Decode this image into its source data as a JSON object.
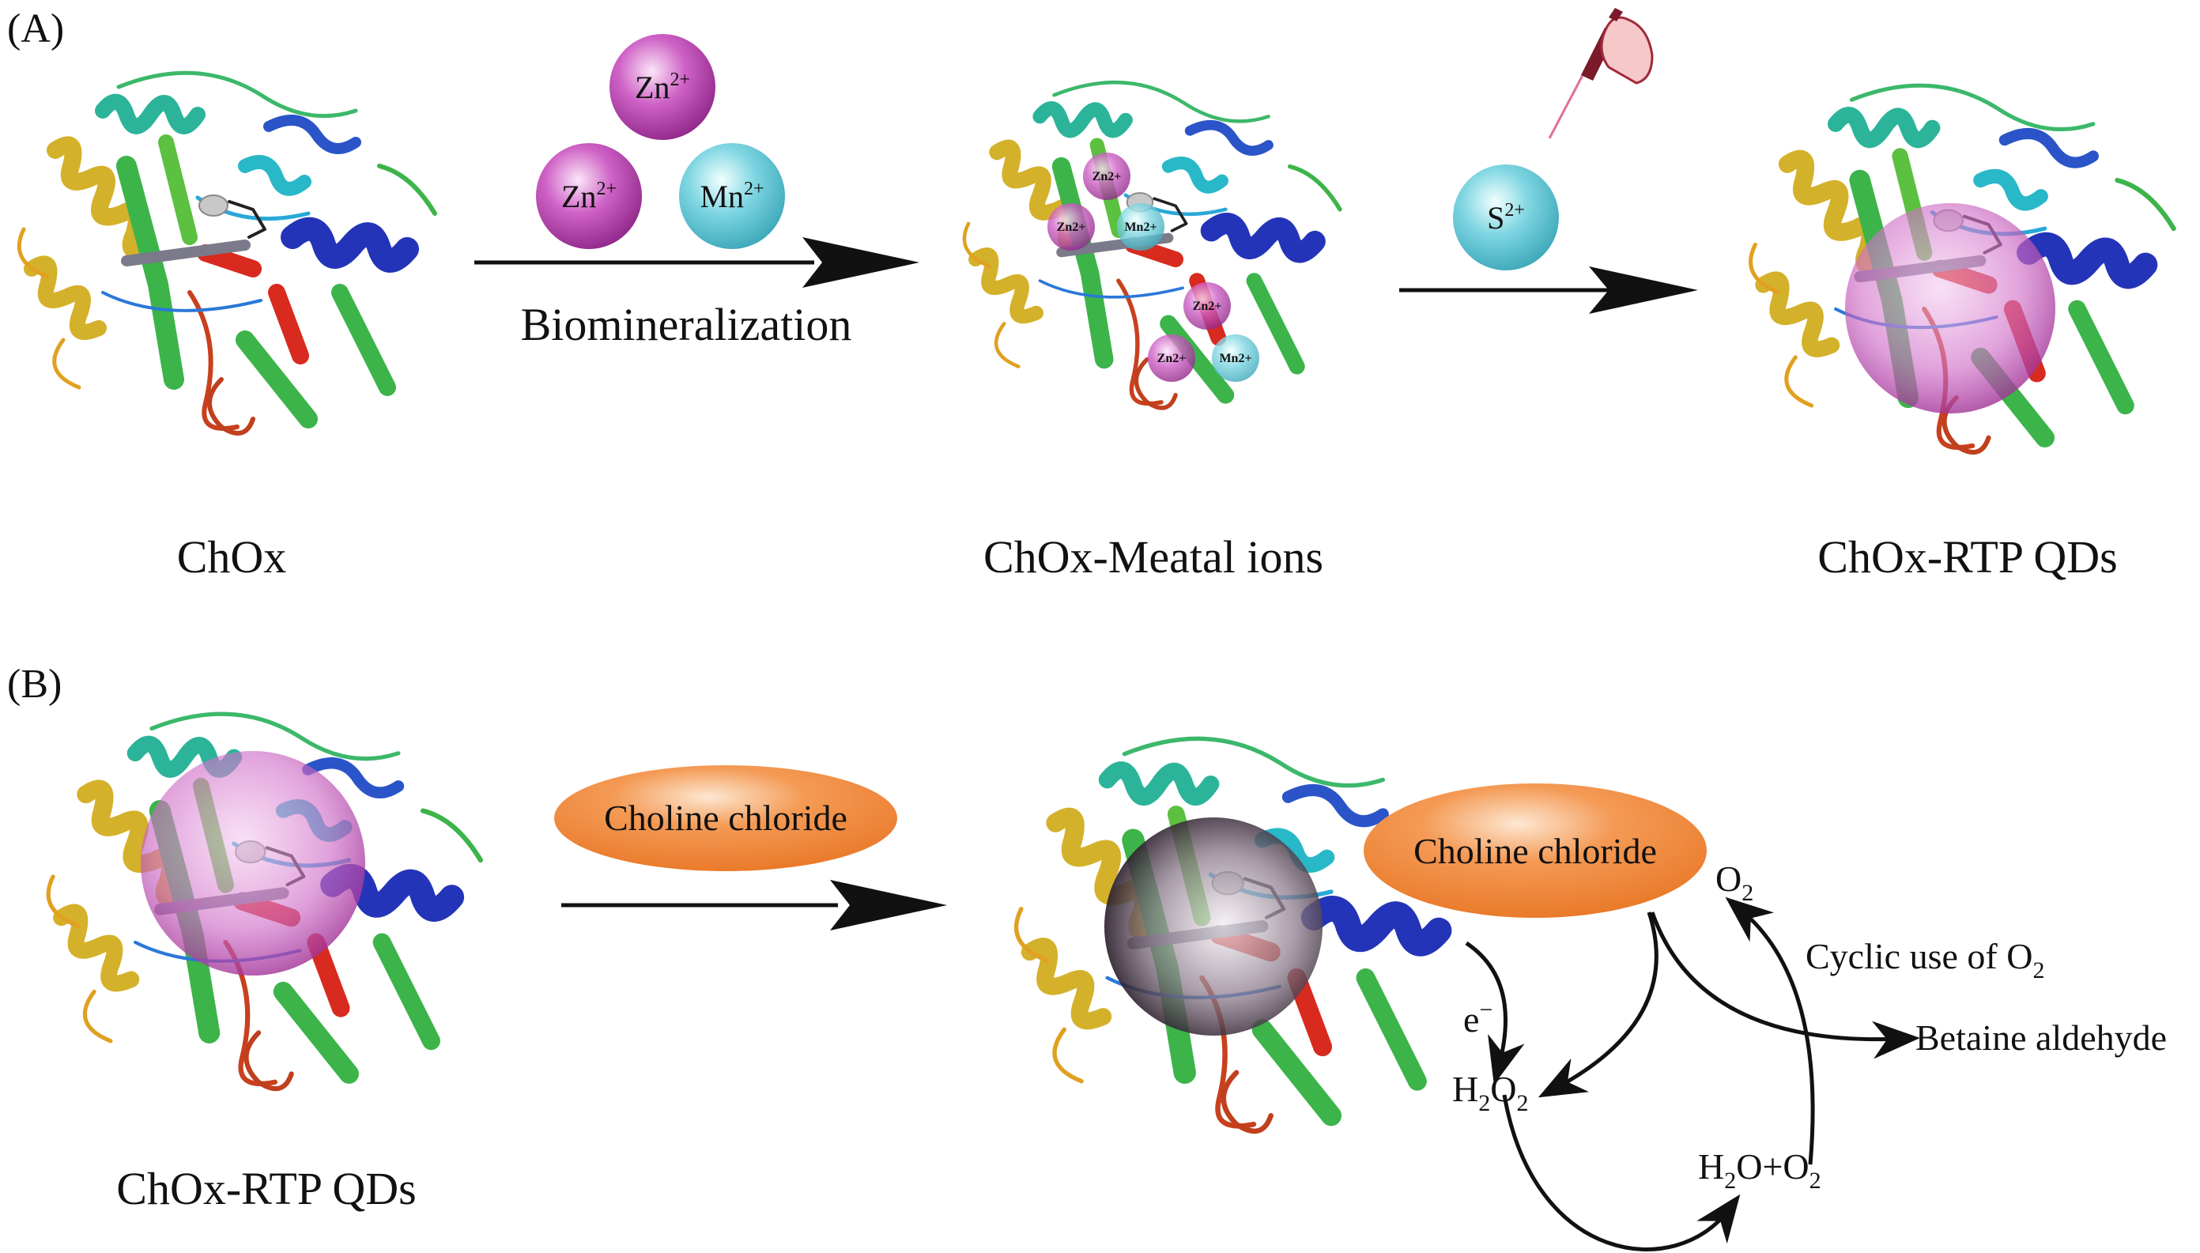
{
  "panels": {
    "a": "(A)",
    "b": "(B)"
  },
  "panel_a": {
    "labels": {
      "chox": "ChOx",
      "metal": "ChOx-Meatal ions",
      "qds": "ChOx-RTP QDs"
    },
    "process": "Biomineralization",
    "ions": [
      {
        "base": "Zn",
        "charge": "2+"
      },
      {
        "base": "Zn",
        "charge": "2+"
      },
      {
        "base": "Mn",
        "charge": "2+"
      }
    ],
    "sulfide": {
      "base": "S",
      "charge": "2+"
    },
    "bound_ions": [
      "Zn2+",
      "Zn2+",
      "Mn2+",
      "Zn2+",
      "Zn2+",
      "Mn2+"
    ]
  },
  "panel_b": {
    "label": "ChOx-RTP QDs",
    "substrate": "Choline chloride",
    "substrate_bound": "Choline chloride",
    "o2": [
      "O",
      "2"
    ],
    "cyclic": [
      "Cyclic use of O",
      "2"
    ],
    "product": "Betaine aldehyde",
    "electron": [
      "e",
      "−"
    ],
    "h2o2": [
      "H",
      "2",
      "O",
      "2"
    ],
    "h2o_o2": [
      "H",
      "2",
      "O+O",
      "2"
    ]
  },
  "colors": {
    "zn_ion": "#b03aa8",
    "mn_ion": "#5ec8d8",
    "qd_sphere": "#c050b8",
    "qd_dark": "#2a1e2a",
    "substrate": "#ef7f2e",
    "arrow": "#111111"
  }
}
